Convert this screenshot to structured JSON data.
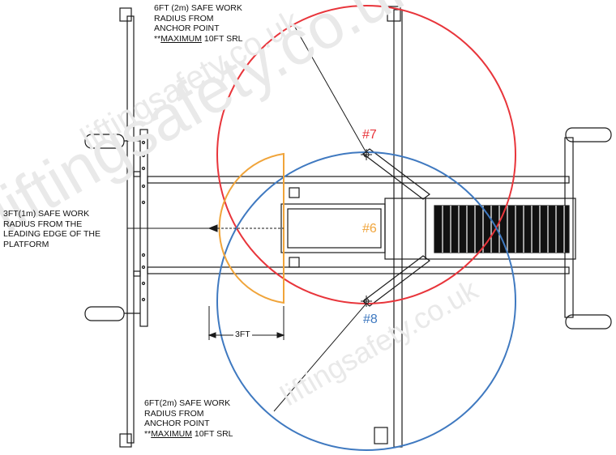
{
  "colors": {
    "red": "#e8353b",
    "blue": "#3f79c0",
    "orange": "#f0a43a",
    "line": "#1a1a1a"
  },
  "watermark": "liftingsafety.co.uk",
  "notes": {
    "top": {
      "l1": "6FT (2m) SAFE WORK",
      "l2": "RADIUS FROM",
      "l3": "ANCHOR POINT",
      "l4_prefix": "**",
      "l4_emph": "MAXIMUM",
      "l4_suffix": " 10FT SRL"
    },
    "left": {
      "l1": "3FT(1m) SAFE WORK",
      "l2": "RADIUS FROM THE",
      "l3": "LEADING EDGE OF THE",
      "l4": "PLATFORM"
    },
    "bottom": {
      "l1": "6FT(2m) SAFE WORK",
      "l2": "RADIUS FROM",
      "l3": "ANCHOR POINT",
      "l4_prefix": "**",
      "l4_emph": "MAXIMUM",
      "l4_suffix": " 10FT SRL"
    }
  },
  "markers": {
    "m7": "#7",
    "m6": "#6",
    "m8": "#8"
  },
  "dimension": "3FT"
}
